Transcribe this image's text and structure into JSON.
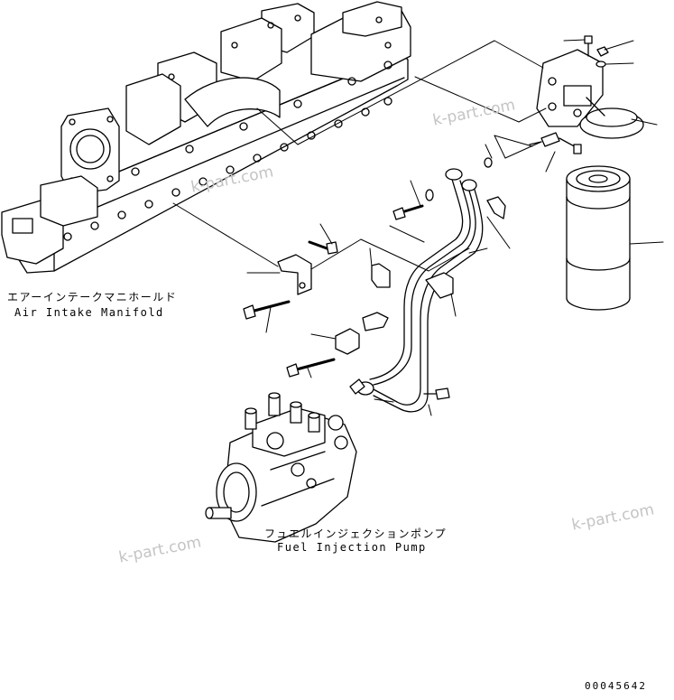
{
  "labels": {
    "air_intake_manifold_jp": "エアーインテークマニホールド",
    "air_intake_manifold_en": "Air Intake Manifold",
    "fuel_injection_pump_jp": "フュエルインジェクションポンプ",
    "fuel_injection_pump_en": "Fuel Injection Pump",
    "drawing_number": "00045642"
  },
  "watermarks": [
    "k-part.com",
    "k-part.com",
    "k-part.com",
    "k-part.com"
  ],
  "colors": {
    "line": "#000000",
    "watermark": "#c4c4c4",
    "background": "#ffffff"
  }
}
